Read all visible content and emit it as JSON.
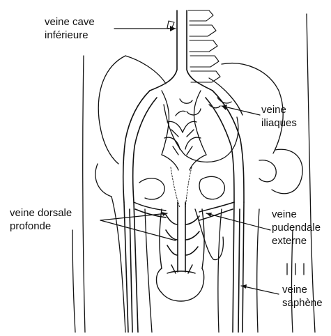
{
  "labels": {
    "vena_cava": [
      "veine cave",
      "inférieure"
    ],
    "iliac": [
      "veine",
      "iliaques"
    ],
    "dorsal": [
      "veine dorsale",
      "profonde"
    ],
    "pudendal": [
      "veine",
      "pudendale",
      "externe"
    ],
    "saphenous": [
      "veine",
      "saphène"
    ]
  },
  "colors": {
    "ink": "#111111",
    "background": "#ffffff"
  }
}
